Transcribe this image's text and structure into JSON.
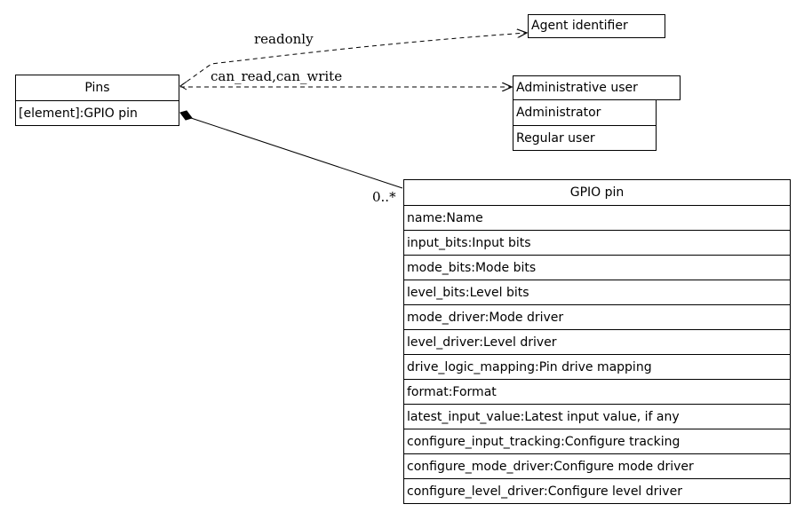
{
  "nodes": {
    "pins": {
      "title": "Pins",
      "rows": [
        "[element]:GPIO pin"
      ]
    },
    "agent": {
      "title": "Agent identifier"
    },
    "admin": {
      "title": "Administrative user",
      "subtypes": [
        "Administrator",
        "Regular user"
      ]
    },
    "gpio": {
      "title": "GPIO pin",
      "rows": [
        "name:Name",
        "input_bits:Input bits",
        "mode_bits:Mode bits",
        "level_bits:Level bits",
        "mode_driver:Mode driver",
        "level_driver:Level driver",
        "drive_logic_mapping:Pin drive mapping",
        "format:Format",
        "latest_input_value:Latest input value, if any",
        "configure_input_tracking:Configure tracking",
        "configure_mode_driver:Configure mode driver",
        "configure_level_driver:Configure level driver"
      ]
    }
  },
  "edges": {
    "readonly": "readonly",
    "can_read_write": "can_read,can_write",
    "multiplicity": "0..*"
  }
}
